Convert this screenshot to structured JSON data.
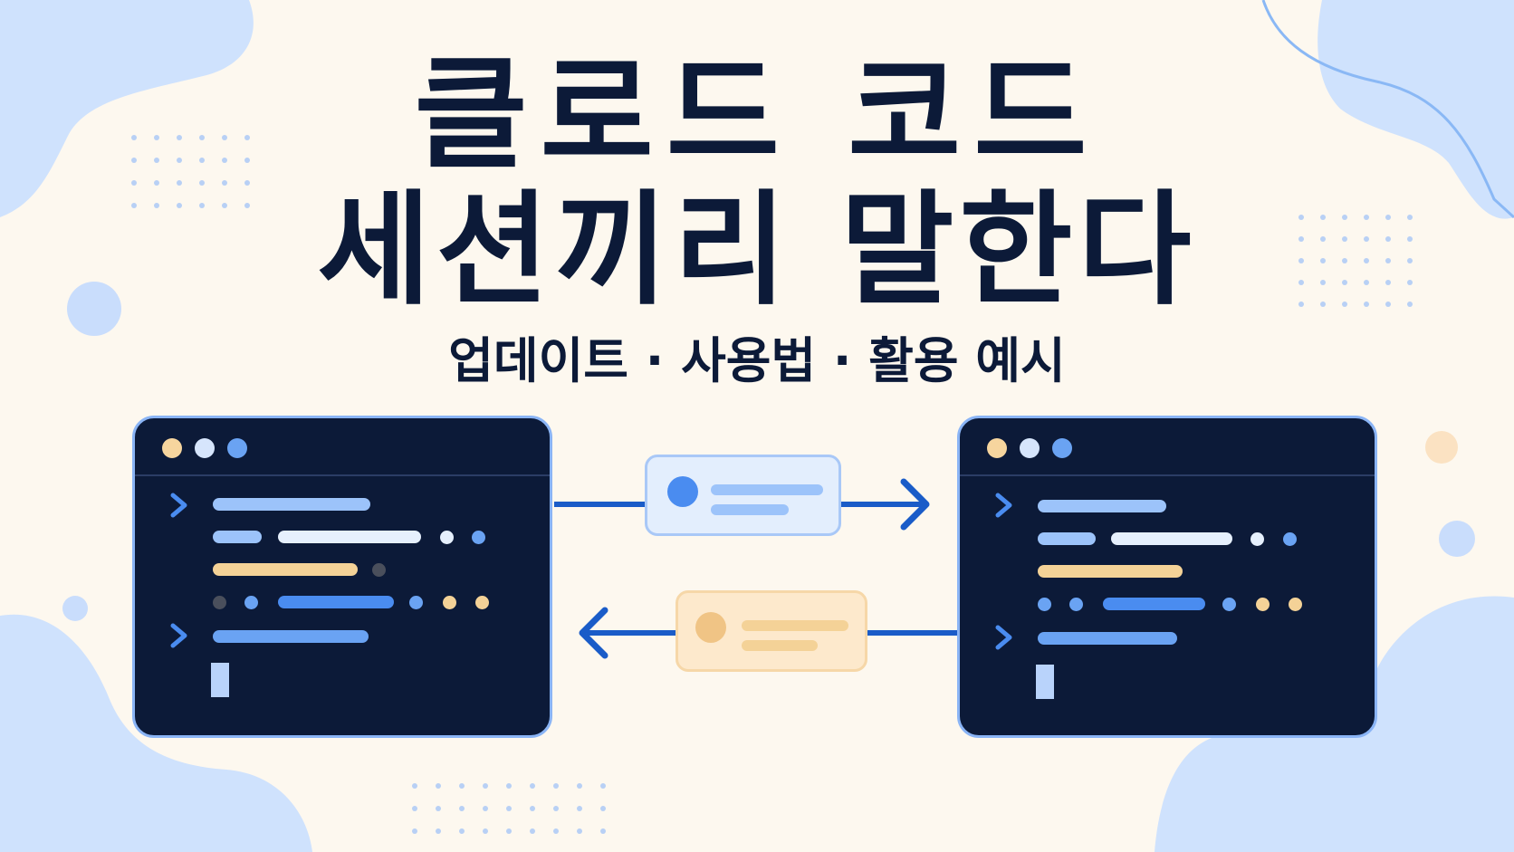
{
  "title": {
    "line1": "클로드 코드",
    "line2": "세션끼리 말한다"
  },
  "subtitle": "업데이트 · 사용법 · 활용 예시",
  "colors": {
    "background": "#fdf8ef",
    "navy": "#0c1a38",
    "blob_blue": "#cfe2fd",
    "accent_blue": "#4a8cf0",
    "light_blue": "#9cc3fa",
    "pale_blue": "#e6f0fd",
    "amber": "#f4d297",
    "arrow_blue": "#1a5cc8",
    "terminal_border": "#8ab4f5"
  },
  "icons": {
    "terminal_dots": [
      "window-dot-amber",
      "window-dot-pale",
      "window-dot-blue"
    ],
    "prompt": "chevron-right-icon",
    "cursor": "text-cursor-icon",
    "arrow_right": "arrow-right-icon",
    "arrow_left": "arrow-left-icon"
  }
}
